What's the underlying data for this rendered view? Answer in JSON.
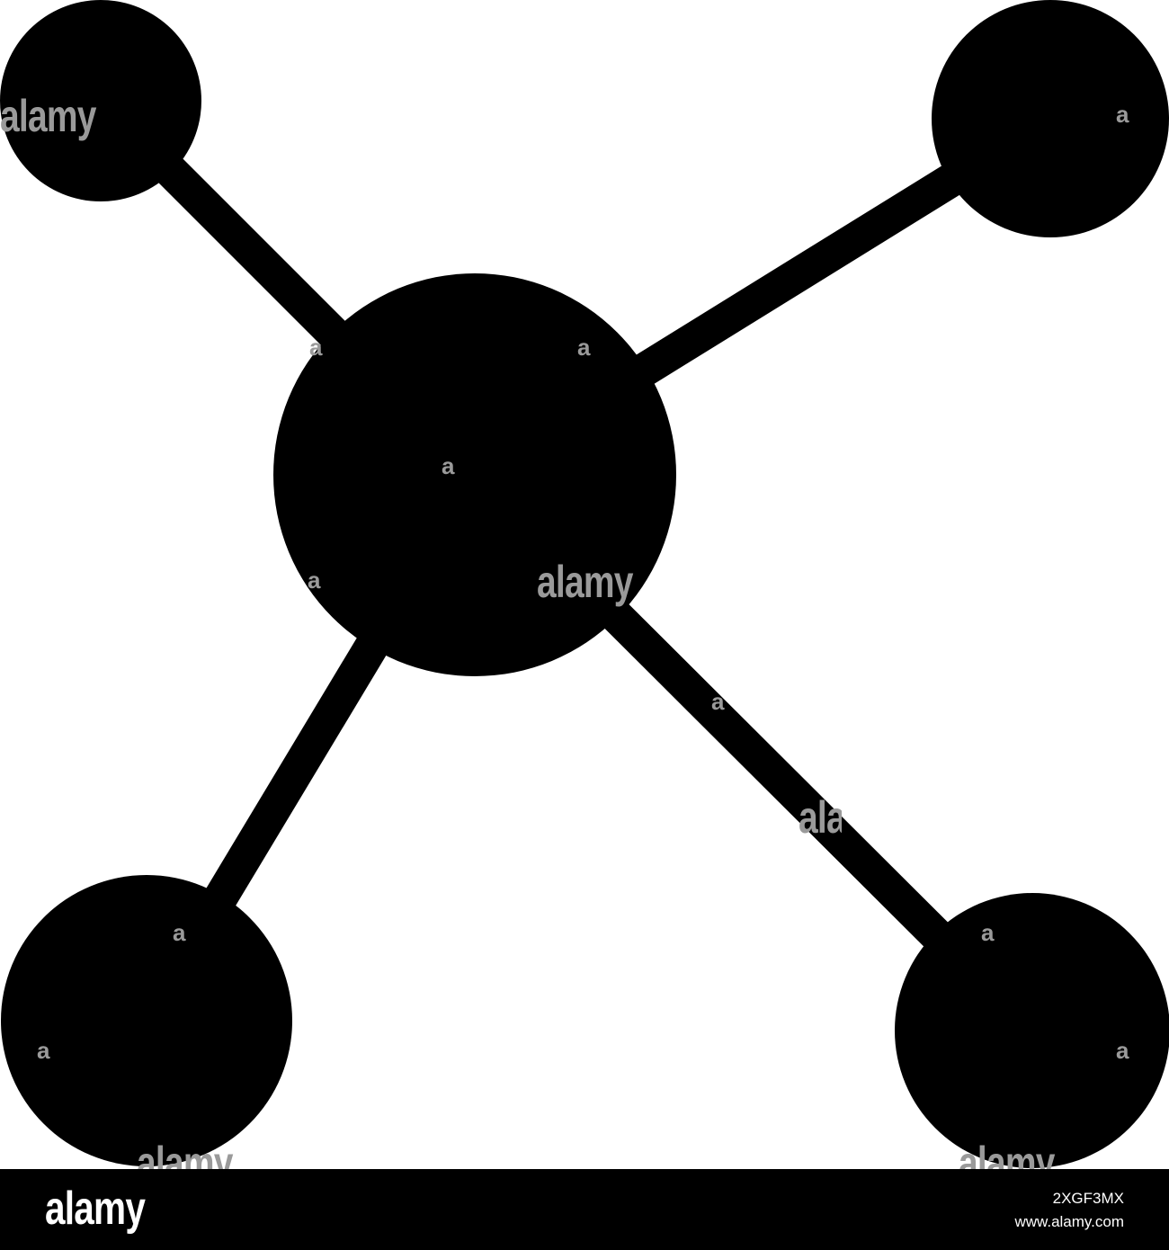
{
  "icon": {
    "name": "network-molecule-icon",
    "fill_color": "#000000",
    "background_color": "#ffffff"
  },
  "watermark": {
    "logo_text": "alamy",
    "fragment_text": "a",
    "color": "#9a9a9a"
  },
  "footer": {
    "background_color": "#000000",
    "logo": "alamy",
    "image_id": "2XGF3MX",
    "site": "www.alamy.com"
  }
}
